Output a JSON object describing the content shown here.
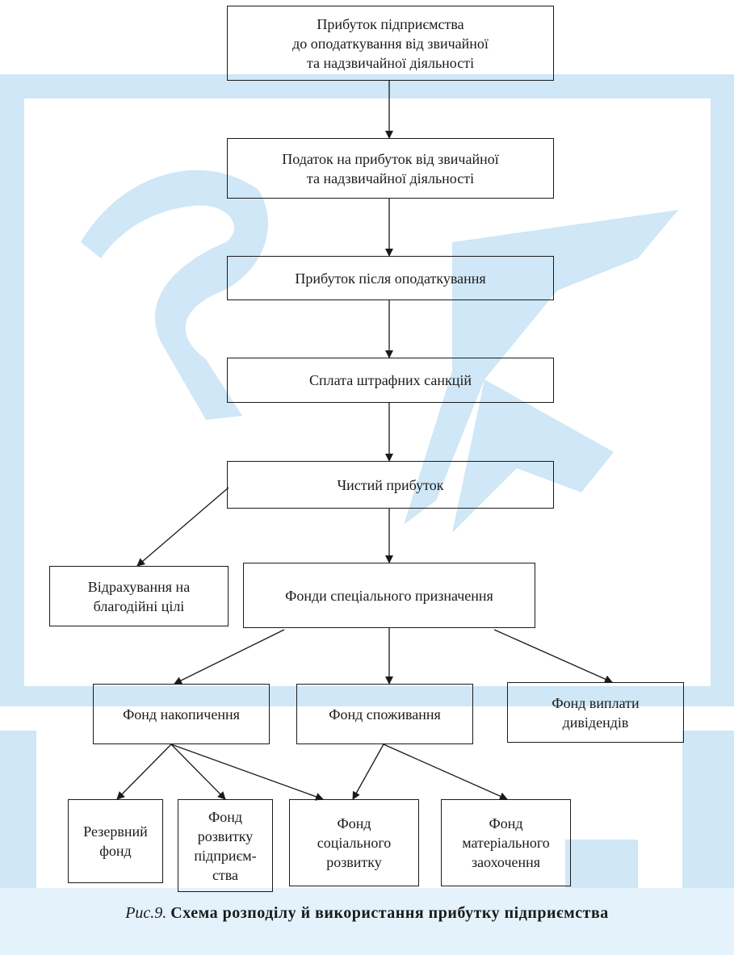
{
  "colors": {
    "stroke": "#1a1a1a",
    "watermark": "#cfe7f6",
    "watermark_light": "#e4f2fb"
  },
  "nodes": {
    "profit_before_tax": "Прибуток підприємства\nдо оподаткування від звичайної\nта надзвичайної діяльності",
    "income_tax": "Податок на прибуток від звичайної\nта надзвичайної діяльності",
    "profit_after_tax": "Прибуток після оподаткування",
    "penalties": "Сплата штрафних санкцій",
    "net_profit": "Чистий прибуток",
    "charity": "Відрахування на\nблагодійні цілі",
    "special_funds": "Фонди спеціального призначення",
    "accumulation_fund": "Фонд накопичення",
    "consumption_fund": "Фонд споживання",
    "dividend_fund": "Фонд виплати\nдивідендів",
    "reserve_fund": "Резервний\nфонд",
    "development_fund": "Фонд\nрозвитку\nпідприєм-\nства",
    "social_fund": "Фонд\nсоціального\nрозвитку",
    "incentive_fund": "Фонд\nматеріального\nзаохочення"
  },
  "caption": {
    "prefix": "Рис.9.",
    "title": "Схема розподілу й використання прибутку підприємства"
  }
}
